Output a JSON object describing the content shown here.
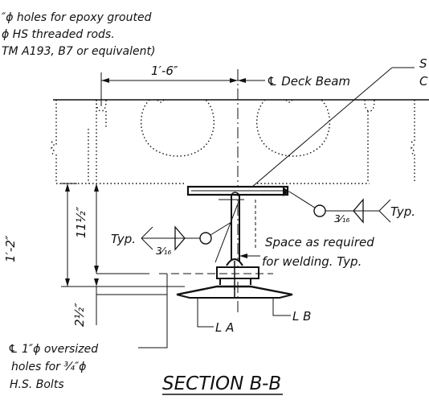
{
  "drawing": {
    "note_top": [
      "″ϕ holes for epoxy grouted",
      "ϕ HS threaded rods.",
      "TM A193, B7 or equivalent)"
    ],
    "dim_top": "1′-6″",
    "deck_beam": "℄ Deck Beam",
    "top_right_1": "S",
    "top_right_2": "C",
    "weld_right_size": "3⁄₁₆",
    "weld_right_typ": "Typ.",
    "weld_left_typ": "Typ.",
    "weld_left_size": "3⁄₁₆",
    "space_note": [
      "Space as required",
      "for welding. Typ."
    ],
    "dim_left_outer": "1′-2″",
    "dim_left_inner": "11½″",
    "dim_left_bottom": "2½″",
    "angle_a": "L A",
    "angle_b": "L B",
    "hole_note": [
      "℄ 1″ϕ oversized",
      "holes for ¾″ϕ",
      "H.S. Bolts"
    ],
    "section_title": "SECTION B-B"
  },
  "colors": {
    "line": "#111111",
    "background": "#ffffff"
  }
}
